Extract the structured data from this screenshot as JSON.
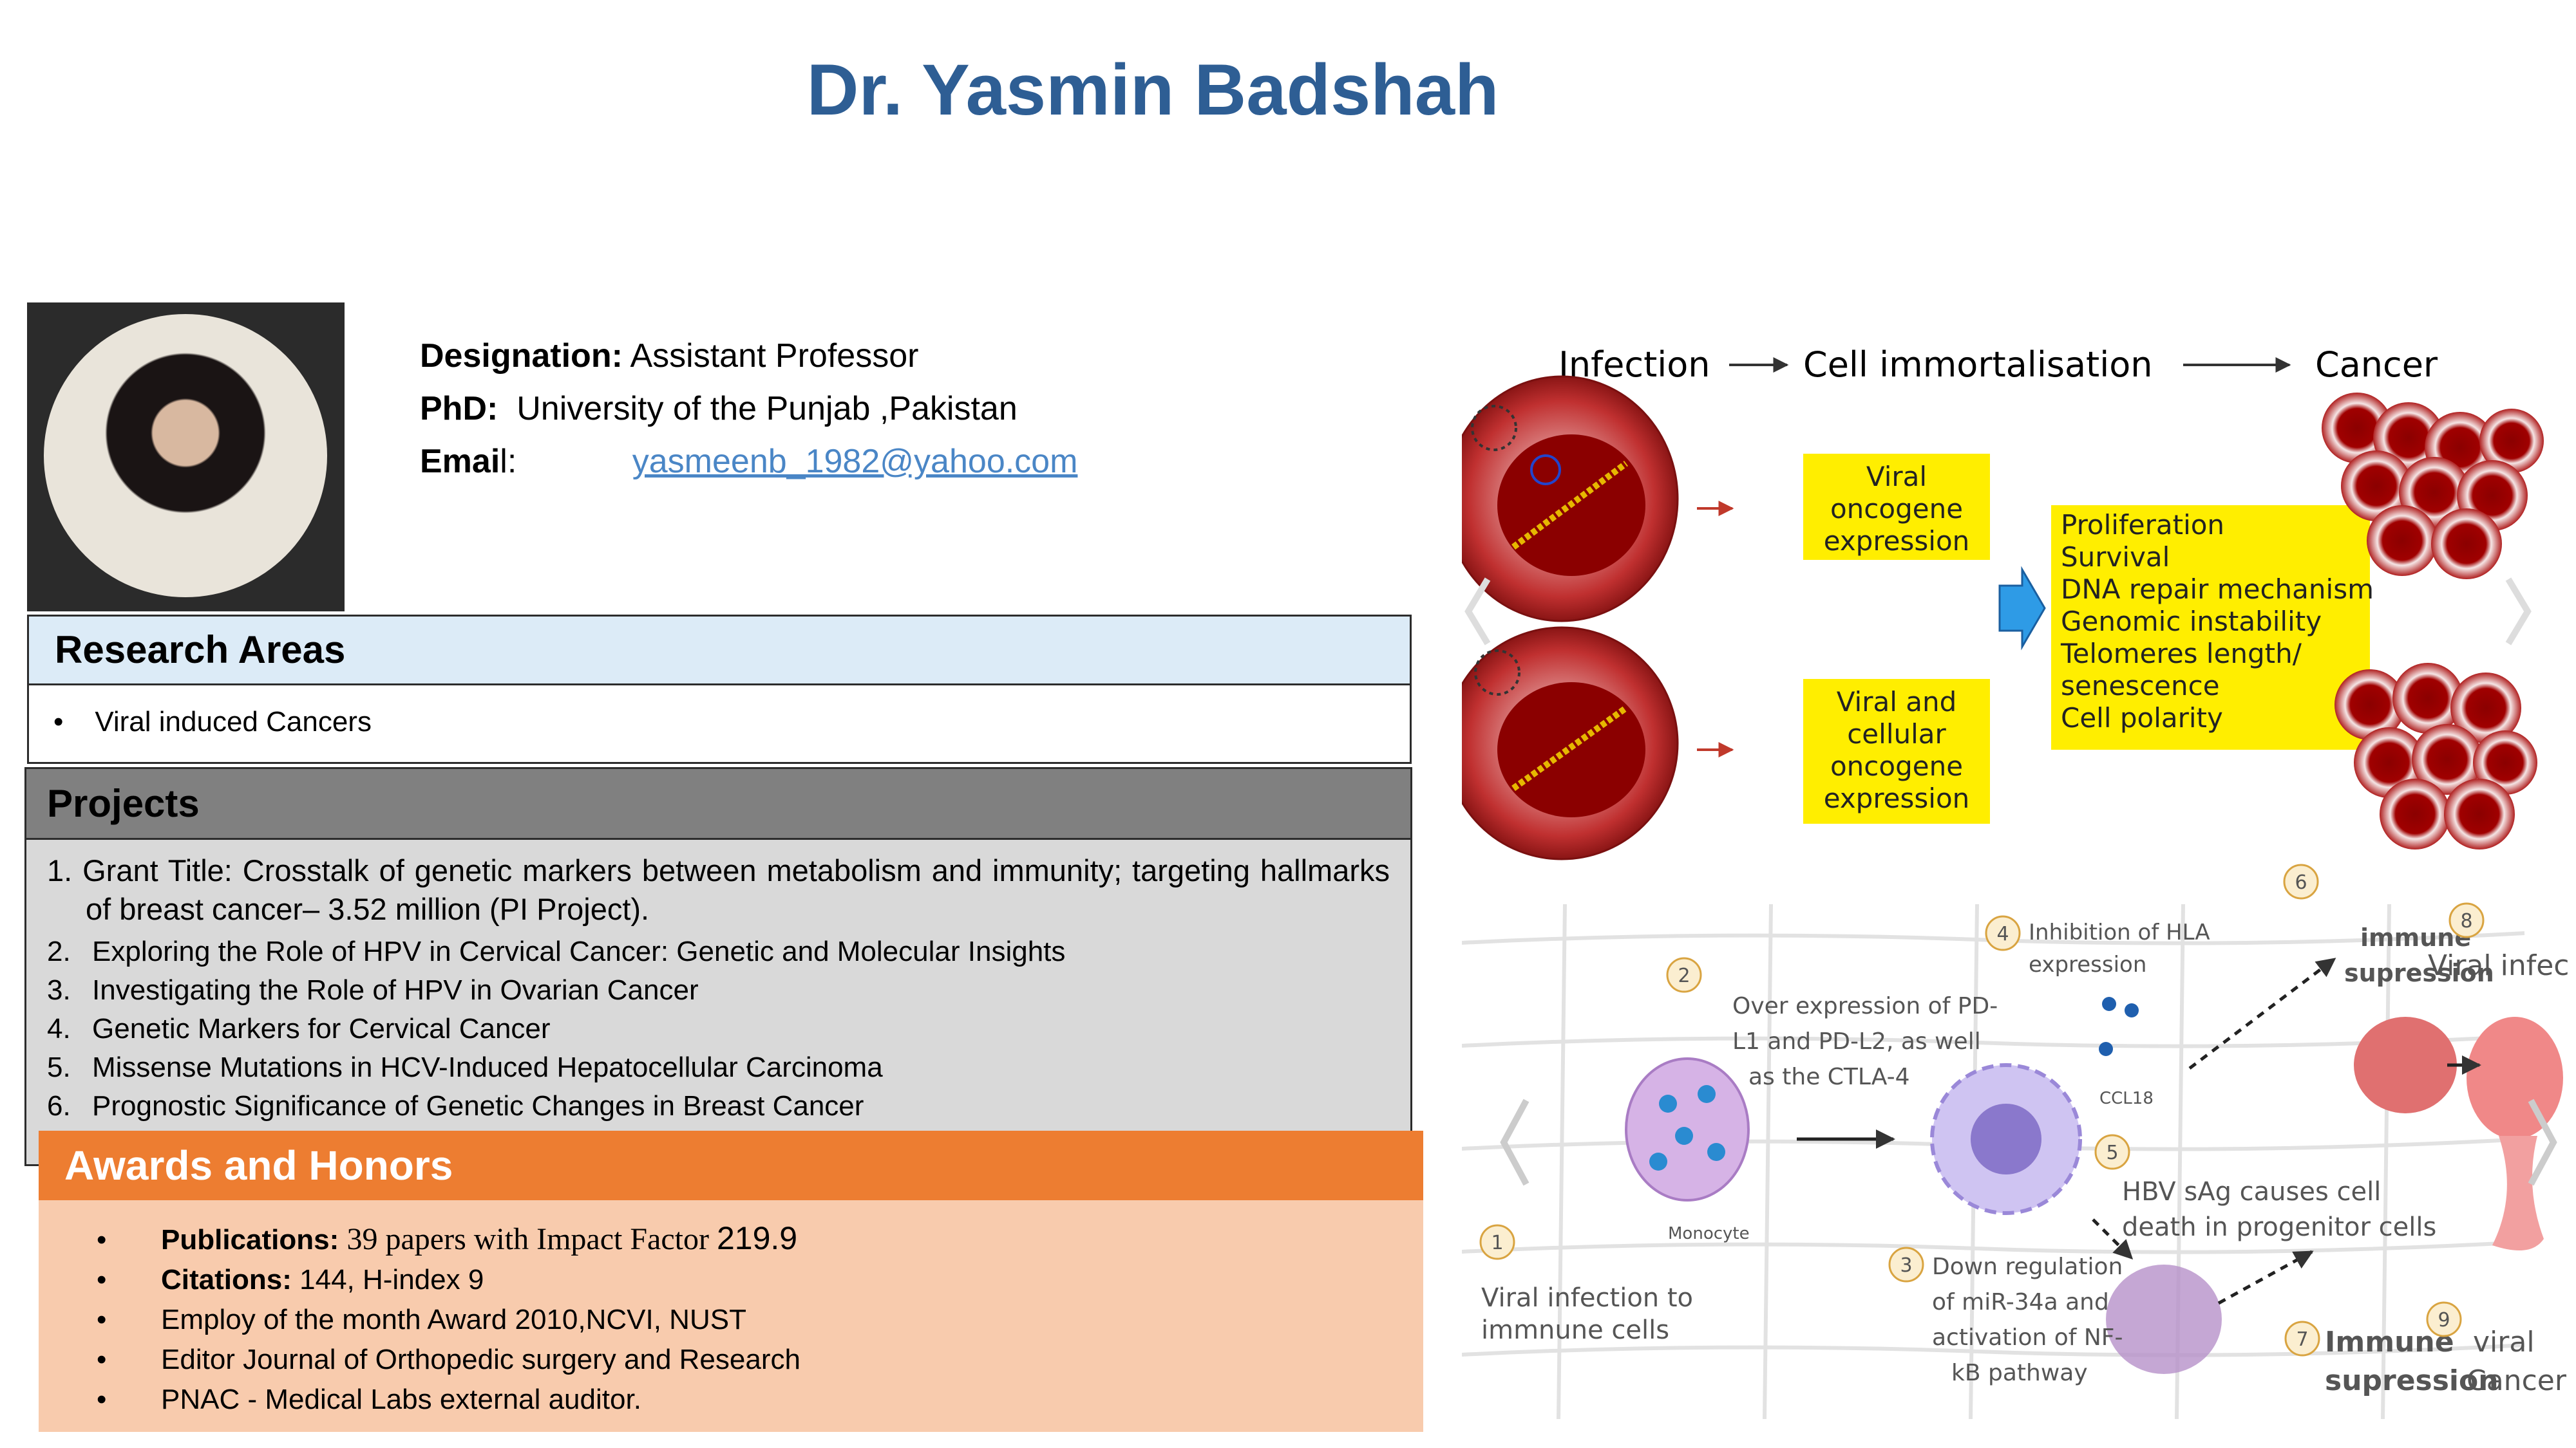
{
  "title": "Dr. Yasmin Badshah",
  "profile": {
    "designation_label": "Designation:",
    "designation": "Assistant Professor",
    "phd_label": "PhD:",
    "phd": "University of the Punjab ,Pakistan",
    "email_label_bold": "Emai",
    "email_label_rest": "l:",
    "email": "yasmeenb_1982@yahoo.com"
  },
  "research": {
    "heading": "Research Areas",
    "items": [
      "Viral induced Cancers"
    ]
  },
  "projects": {
    "heading": "Projects",
    "first": "1. Grant Title:   Crosstalk of genetic markers between metabolism and immunity; targeting hallmarks of breast cancer– 3.52 million (PI Project).",
    "items": [
      {
        "num": "2.",
        "text": "Exploring the Role of HPV in Cervical Cancer: Genetic and Molecular Insights"
      },
      {
        "num": "3.",
        "text": "Investigating the Role of HPV in Ovarian Cancer"
      },
      {
        "num": "4.",
        "text": "Genetic Markers for Cervical Cancer"
      },
      {
        "num": "5.",
        "text": "Missense Mutations in HCV-Induced Hepatocellular Carcinoma"
      },
      {
        "num": "6.",
        "text": "Prognostic Significance of Genetic Changes in Breast Cancer"
      }
    ]
  },
  "awards": {
    "heading": "Awards and Honors",
    "pub_label": "Publications:",
    "pub_text": "39 papers with Impact Factor ",
    "pub_if": "219.9",
    "cit_label": "Citations:",
    "cit_text": "144,  H-index 9",
    "items": [
      "Employ of the month Award 2010,NCVI, NUST",
      "Editor Journal of Orthopedic surgery and Research",
      "PNAC -  Medical Labs external auditor."
    ]
  },
  "figure_top": {
    "infection": "Infection",
    "immortal": "Cell immortalisation",
    "cancer": "Cancer",
    "box1": [
      "Viral",
      "oncogene",
      "expression"
    ],
    "box2": [
      "Viral and",
      "cellular",
      "oncogene",
      "expression"
    ],
    "box3": [
      "Proliferation",
      "Survival",
      "DNA repair mechanism",
      "Genomic instability",
      "Telomeres length/",
      "senescence",
      "Cell polarity"
    ]
  },
  "figure_bottom": {
    "n1": "1",
    "t1": [
      "Viral infection to",
      "immnune cells"
    ],
    "n2": "2",
    "t2": [
      "Over expression of PD-",
      "L1 and PD-L2, as well",
      "as the CTLA-4"
    ],
    "n3": "3",
    "t3": [
      "Down regulation",
      "of miR-34a  and",
      "activation of  NF-",
      "kB pathway"
    ],
    "n4": "4",
    "t4": [
      "Inhibition of HLA",
      "expression"
    ],
    "n5": "5",
    "t5": [
      "HBV sAg causes cell",
      "death in progenitor cells"
    ],
    "n6": "6",
    "t6": [
      "immune",
      "supression"
    ],
    "n7": "7",
    "t7": [
      "Immune",
      "supression"
    ],
    "n8": "8",
    "t8": [
      "Viral infection"
    ],
    "n9": "9",
    "t9": [
      "viral",
      "Cancer"
    ],
    "monocyte": "Monocyte",
    "ccl18": "CCL18"
  },
  "colors": {
    "title": "#2e5e94",
    "research_bg": "#dcebf7",
    "projects_head": "#808080",
    "projects_bg": "#d9d9d9",
    "awards_head": "#ed7d31",
    "awards_bg": "#f8cbad",
    "link": "#4a86c6"
  },
  "icons": [
    "chevron-left-icon",
    "chevron-right-icon",
    "virus-icon"
  ]
}
